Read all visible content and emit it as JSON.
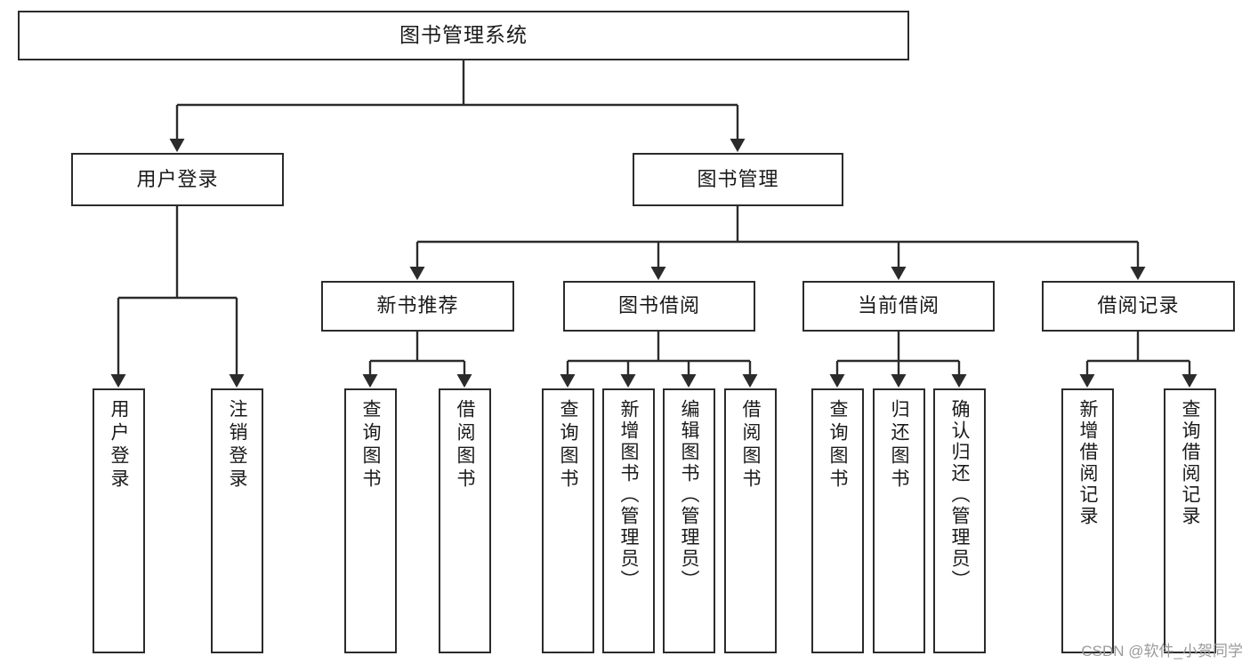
{
  "diagram": {
    "title": "图书管理系统",
    "type": "tree",
    "root": {
      "id": "root",
      "label": "图书管理系统",
      "level": 0
    },
    "nodes": [
      {
        "id": "root",
        "label": "图书管理系统",
        "level": 0,
        "parent": null,
        "orientation": "horizontal"
      },
      {
        "id": "user-login",
        "label": "用户登录",
        "level": 1,
        "parent": "root",
        "orientation": "horizontal"
      },
      {
        "id": "book-manage",
        "label": "图书管理",
        "level": 1,
        "parent": "root",
        "orientation": "horizontal"
      },
      {
        "id": "new-book-rec",
        "label": "新书推荐",
        "level": 2,
        "parent": "book-manage",
        "orientation": "horizontal"
      },
      {
        "id": "book-borrow",
        "label": "图书借阅",
        "level": 2,
        "parent": "book-manage",
        "orientation": "horizontal"
      },
      {
        "id": "current-borrow",
        "label": "当前借阅",
        "level": 2,
        "parent": "book-manage",
        "orientation": "horizontal"
      },
      {
        "id": "borrow-record",
        "label": "借阅记录",
        "level": 2,
        "parent": "book-manage",
        "orientation": "horizontal"
      },
      {
        "id": "leaf-user-login",
        "label": "用户登录",
        "level": 2,
        "parent": "user-login",
        "orientation": "vertical"
      },
      {
        "id": "leaf-logout",
        "label": "注销登录",
        "level": 2,
        "parent": "user-login",
        "orientation": "vertical"
      },
      {
        "id": "leaf-query-book-1",
        "label": "查询图书",
        "level": 3,
        "parent": "new-book-rec",
        "orientation": "vertical"
      },
      {
        "id": "leaf-borrow-book-1",
        "label": "借阅图书",
        "level": 3,
        "parent": "new-book-rec",
        "orientation": "vertical"
      },
      {
        "id": "leaf-query-book-2",
        "label": "查询图书",
        "level": 3,
        "parent": "book-borrow",
        "orientation": "vertical"
      },
      {
        "id": "leaf-add-book",
        "label": "新增图书（管理员）",
        "level": 3,
        "parent": "book-borrow",
        "orientation": "vertical"
      },
      {
        "id": "leaf-edit-book",
        "label": "编辑图书（管理员）",
        "level": 3,
        "parent": "book-borrow",
        "orientation": "vertical"
      },
      {
        "id": "leaf-borrow-book-2",
        "label": "借阅图书",
        "level": 3,
        "parent": "book-borrow",
        "orientation": "vertical"
      },
      {
        "id": "leaf-query-book-3",
        "label": "查询图书",
        "level": 3,
        "parent": "current-borrow",
        "orientation": "vertical"
      },
      {
        "id": "leaf-return-book",
        "label": "归还图书",
        "level": 3,
        "parent": "current-borrow",
        "orientation": "vertical"
      },
      {
        "id": "leaf-confirm-return",
        "label": "确认归还（管理员）",
        "level": 3,
        "parent": "current-borrow",
        "orientation": "vertical"
      },
      {
        "id": "leaf-add-record",
        "label": "新增借阅记录",
        "level": 3,
        "parent": "borrow-record",
        "orientation": "vertical"
      },
      {
        "id": "leaf-query-record",
        "label": "查询借阅记录",
        "level": 3,
        "parent": "borrow-record",
        "orientation": "vertical"
      }
    ]
  },
  "colors": {
    "border": "#2b2b2b",
    "fill": "#ffffff",
    "text": "#1a1a1a",
    "connector": "#2b2b2b",
    "watermark": "#9a9a9a"
  },
  "watermark": {
    "text": "CSDN @软件_小贺同学"
  }
}
